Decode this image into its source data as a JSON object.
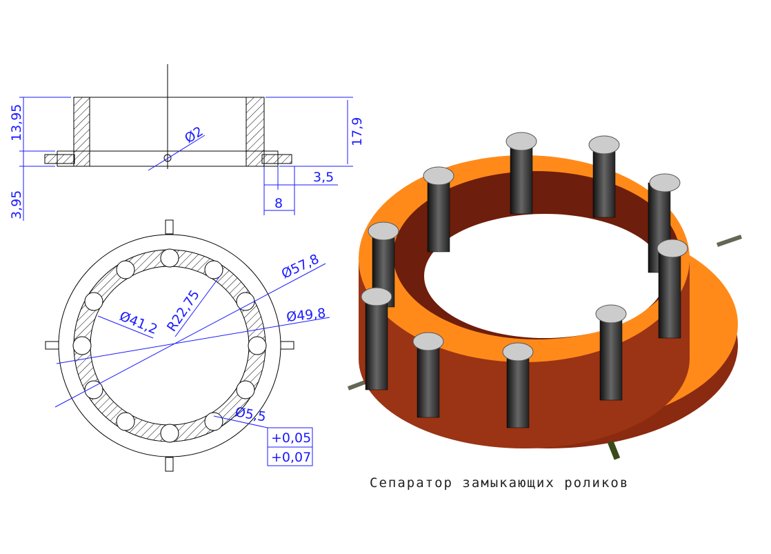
{
  "side_view": {
    "dim_height_top": "13,95",
    "dim_height_total": "17,9",
    "dim_hole": "Ø2",
    "dim_flange": "3,95",
    "dim_pin": "3,5",
    "dim_pin_len": "8"
  },
  "plan_view": {
    "dim_outer": "Ø57,8",
    "dim_inner": "Ø41,2",
    "dim_radius": "R22,75",
    "dim_mid": "Ø49,8",
    "dim_pocket": "Ø5,5",
    "tol_upper": "+0,05",
    "tol_lower": "+0,07"
  },
  "caption": "Сепаратор замыкающих роликов",
  "colors": {
    "dimension": "#1a1aff",
    "ring": "#ff8a1a",
    "ring_side": "#8a2a10",
    "roller": "#333333"
  }
}
